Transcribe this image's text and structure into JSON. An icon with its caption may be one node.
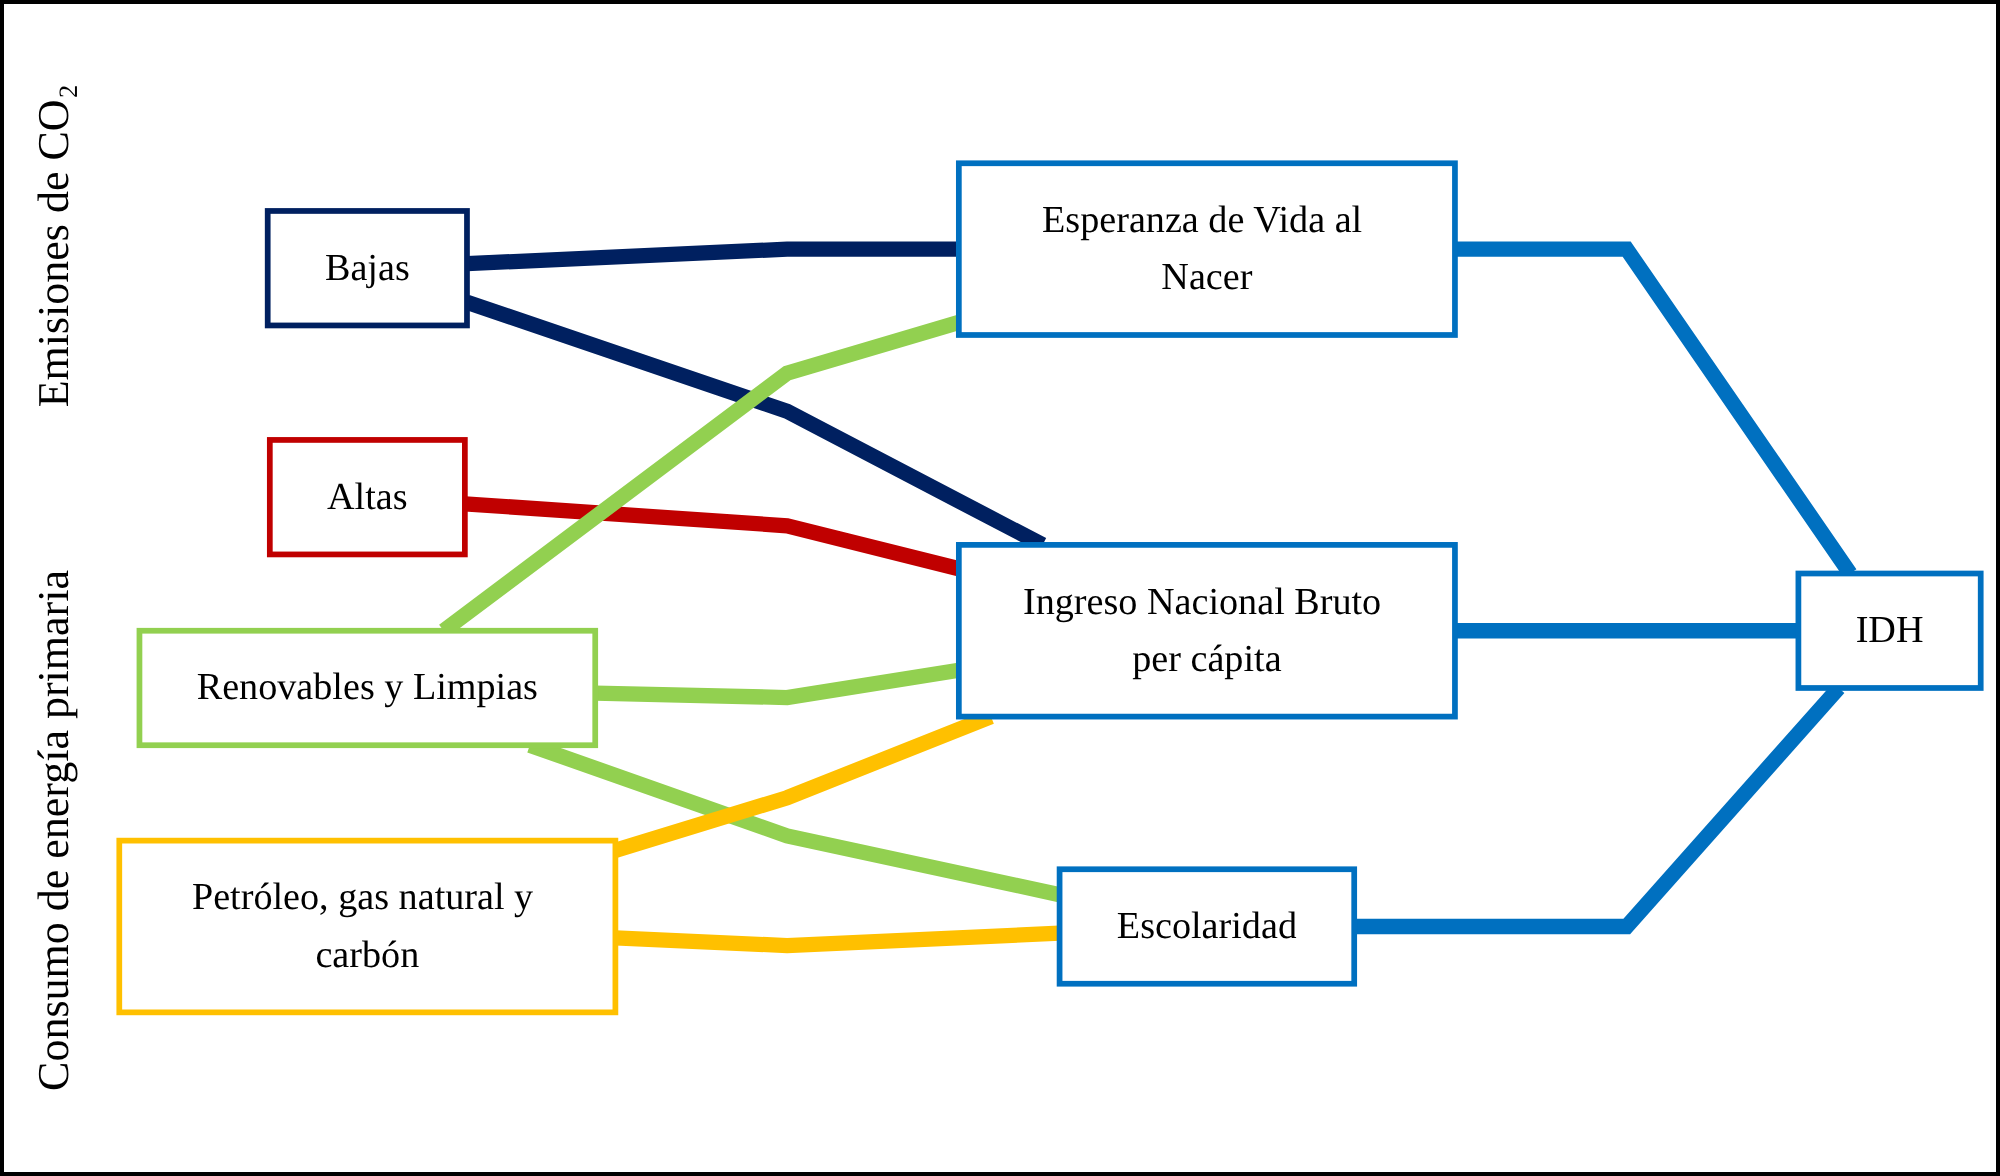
{
  "diagram": {
    "nodes": [
      {
        "text": [
          "Bajas"
        ]
      },
      {
        "text": [
          "Altas"
        ]
      },
      {
        "text": [
          "Renovables y Limpias"
        ]
      },
      {
        "text": [
          "Petróleo, gas natural y carbón"
        ]
      },
      {
        "text": [
          "Esperanza de Vida al Nacer"
        ]
      },
      {
        "text": [
          "Ingreso Nacional Bruto per cápita"
        ]
      },
      {
        "text": [
          "Escolaridad"
        ]
      },
      {
        "text": [
          "IDH"
        ]
      }
    ],
    "edges": [
      {
        "from": 0,
        "to": 4,
        "arrow": "none",
        "color": "#002060"
      },
      {
        "from": 0,
        "to": 5,
        "arrow": "none",
        "color": "#002060"
      },
      {
        "from": 1,
        "to": 5,
        "arrow": "none",
        "color": "#c00000"
      },
      {
        "from": 2,
        "to": 4,
        "arrow": "none",
        "color": "#92d050"
      },
      {
        "from": 2,
        "to": 5,
        "arrow": "none",
        "color": "#92d050"
      },
      {
        "from": 2,
        "to": 6,
        "arrow": "none",
        "color": "#92d050"
      },
      {
        "from": 3,
        "to": 5,
        "arrow": "none",
        "color": "#ffc000"
      },
      {
        "from": 3,
        "to": 6,
        "arrow": "none",
        "color": "#ffc000"
      },
      {
        "from": 4,
        "to": 7,
        "arrow": "none",
        "color": "#0070c0"
      },
      {
        "from": 5,
        "to": 7,
        "arrow": "none",
        "color": "#0070c0"
      },
      {
        "from": 6,
        "to": 7,
        "arrow": "none",
        "color": "#0070c0"
      }
    ],
    "labels": [
      "Emisiones de CO₂",
      "Consumo de energía primaria"
    ]
  }
}
